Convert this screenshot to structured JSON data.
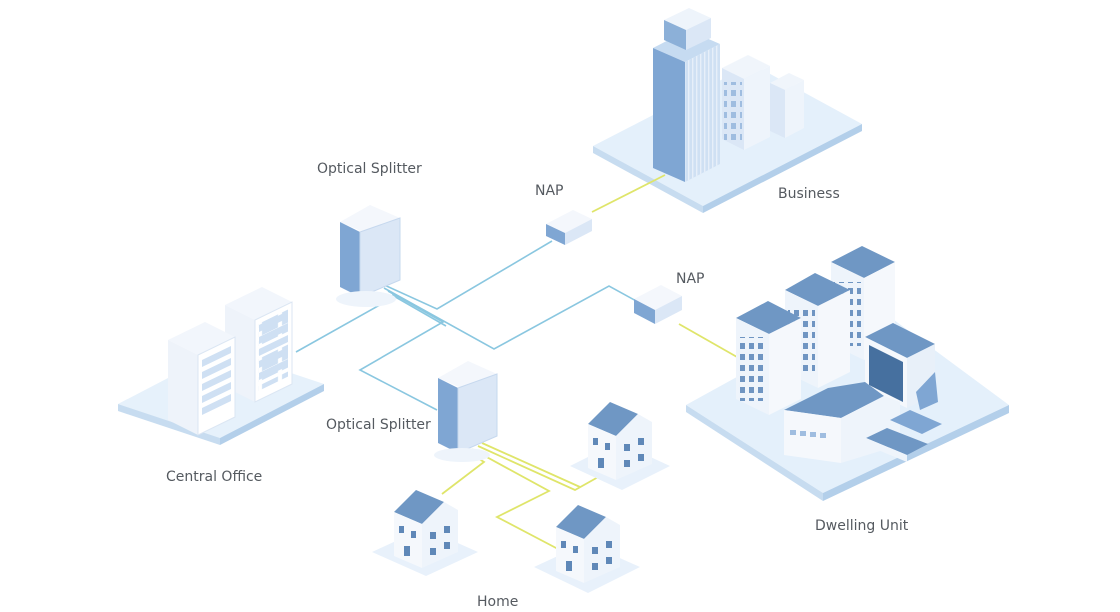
{
  "labels": {
    "business": "Business",
    "dwelling": "Dwelling Unit",
    "central_office": "Central Office",
    "home": "Home",
    "optical_splitter_top": "Optical Splitter",
    "optical_splitter_bottom": "Optical Splitter",
    "nap_top": "NAP",
    "nap_right": "NAP"
  },
  "colors": {
    "fiber_feeder": "#8ac7e0",
    "fiber_drop": "#dfe56a",
    "platform_top": "#e4f0fb",
    "platform_side": "#bcd6ee",
    "building_front": "#a9c8e8",
    "building_side": "#d7e6f5",
    "roof": "#6f97c4",
    "window": "#6f95c2"
  },
  "icons": [
    "building-icon",
    "server-rack-icon",
    "splitter-cabinet-icon",
    "nap-box-icon",
    "house-icon"
  ]
}
